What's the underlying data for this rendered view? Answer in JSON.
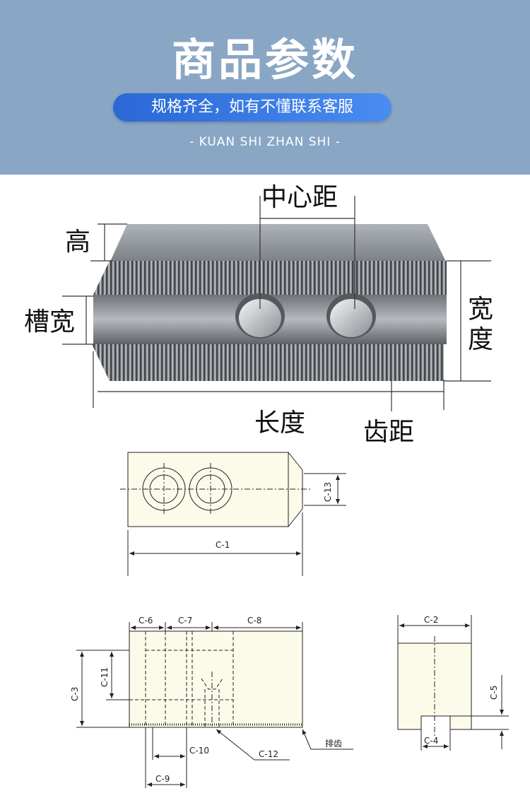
{
  "banner": {
    "title": "商品参数",
    "pill": "规格齐全，如有不懂联系客服",
    "subtitle": "- KUAN SHI ZHAN SHI -"
  },
  "photo_labels": {
    "center_distance": "中心距",
    "height": "高",
    "slot_width": "槽宽",
    "width_1": "宽",
    "width_2": "度",
    "length": "长度",
    "tooth_pitch": "齿距"
  },
  "drawing_labels": {
    "c1": "C-1",
    "c2": "C-2",
    "c3": "C-3",
    "c4": "C-4",
    "c5": "C-5",
    "c6": "C-6",
    "c7": "C-7",
    "c8": "C-8",
    "c9": "C-9",
    "c10": "C-10",
    "c11": "C-11",
    "c12": "C-12",
    "c13": "C-13",
    "serration": "排齿"
  }
}
